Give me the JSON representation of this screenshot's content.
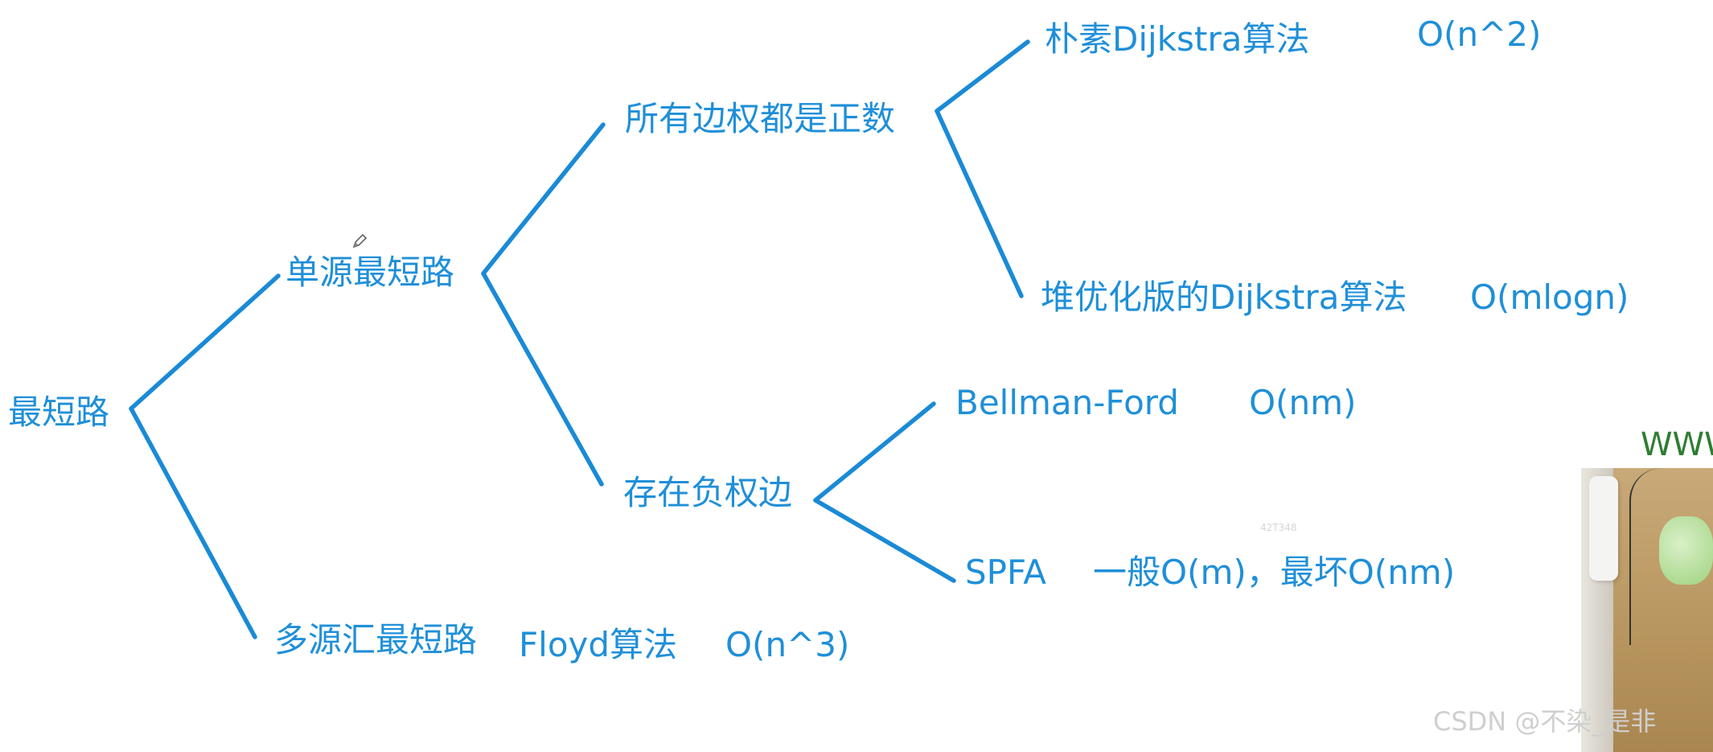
{
  "diagram": {
    "root": "最短路",
    "single_source": "单源最短路",
    "all_positive": "所有边权都是正数",
    "naive_dijkstra": "朴素Dijkstra算法",
    "naive_dijkstra_complexity": "O(n^2)",
    "heap_dijkstra": "堆优化版的Dijkstra算法",
    "heap_dijkstra_complexity": "O(mlogn)",
    "negative_edges": "存在负权边",
    "bellman_ford": "Bellman-Ford",
    "bellman_ford_complexity": "O(nm)",
    "spfa": "SPFA",
    "spfa_complexity": "一般O(m)，最坏O(nm)",
    "multi_source": "多源汇最短路",
    "floyd": "Floyd算法",
    "floyd_complexity": "O(n^3)"
  },
  "overlay": {
    "watermark": "CSDN @不染_是非",
    "video_banner": "WWW",
    "tiny_mark": "42T348"
  },
  "colors": {
    "edge": "#1a8ad6",
    "text": "#1f8fd8"
  },
  "icons": {
    "cursor": "pencil-cursor-icon"
  }
}
